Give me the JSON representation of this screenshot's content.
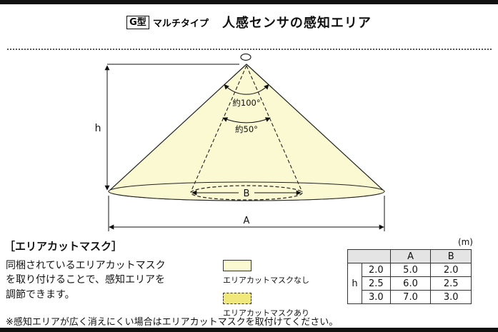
{
  "header": {
    "type_label": "G型",
    "subtype_label": "マルチタイプ",
    "title": "人感センサの感知エリア"
  },
  "diagram": {
    "angle_wide": "約100°",
    "angle_narrow": "約50°",
    "dim_height": "h",
    "dim_outer": "A",
    "dim_inner": "B"
  },
  "area_cut_mask": {
    "heading": "［エリアカットマスク］",
    "description": "同梱されているエリアカットマスクを取り付けることで、感知エリアを調節できます。",
    "legend": [
      {
        "style": "solid",
        "label": "エリアカットマスクなし"
      },
      {
        "style": "dashed",
        "label": "エリアカットマスクあり"
      }
    ]
  },
  "table": {
    "unit": "(m)",
    "row_header": "h",
    "columns": [
      "A",
      "B"
    ],
    "rows": [
      {
        "h": "2.0",
        "A": "5.0",
        "B": "2.0"
      },
      {
        "h": "2.5",
        "A": "6.0",
        "B": "2.5"
      },
      {
        "h": "3.0",
        "A": "7.0",
        "B": "3.0"
      }
    ]
  },
  "note": "※感知エリアが広く消えにくい場合はエリアカットマスクを取付けてください。",
  "colors": {
    "cone_fill": "#FBF9D2",
    "mask_fill": "#F0E87C",
    "table_header_bg": "#E4E4E4",
    "bar_color": "#111111"
  }
}
